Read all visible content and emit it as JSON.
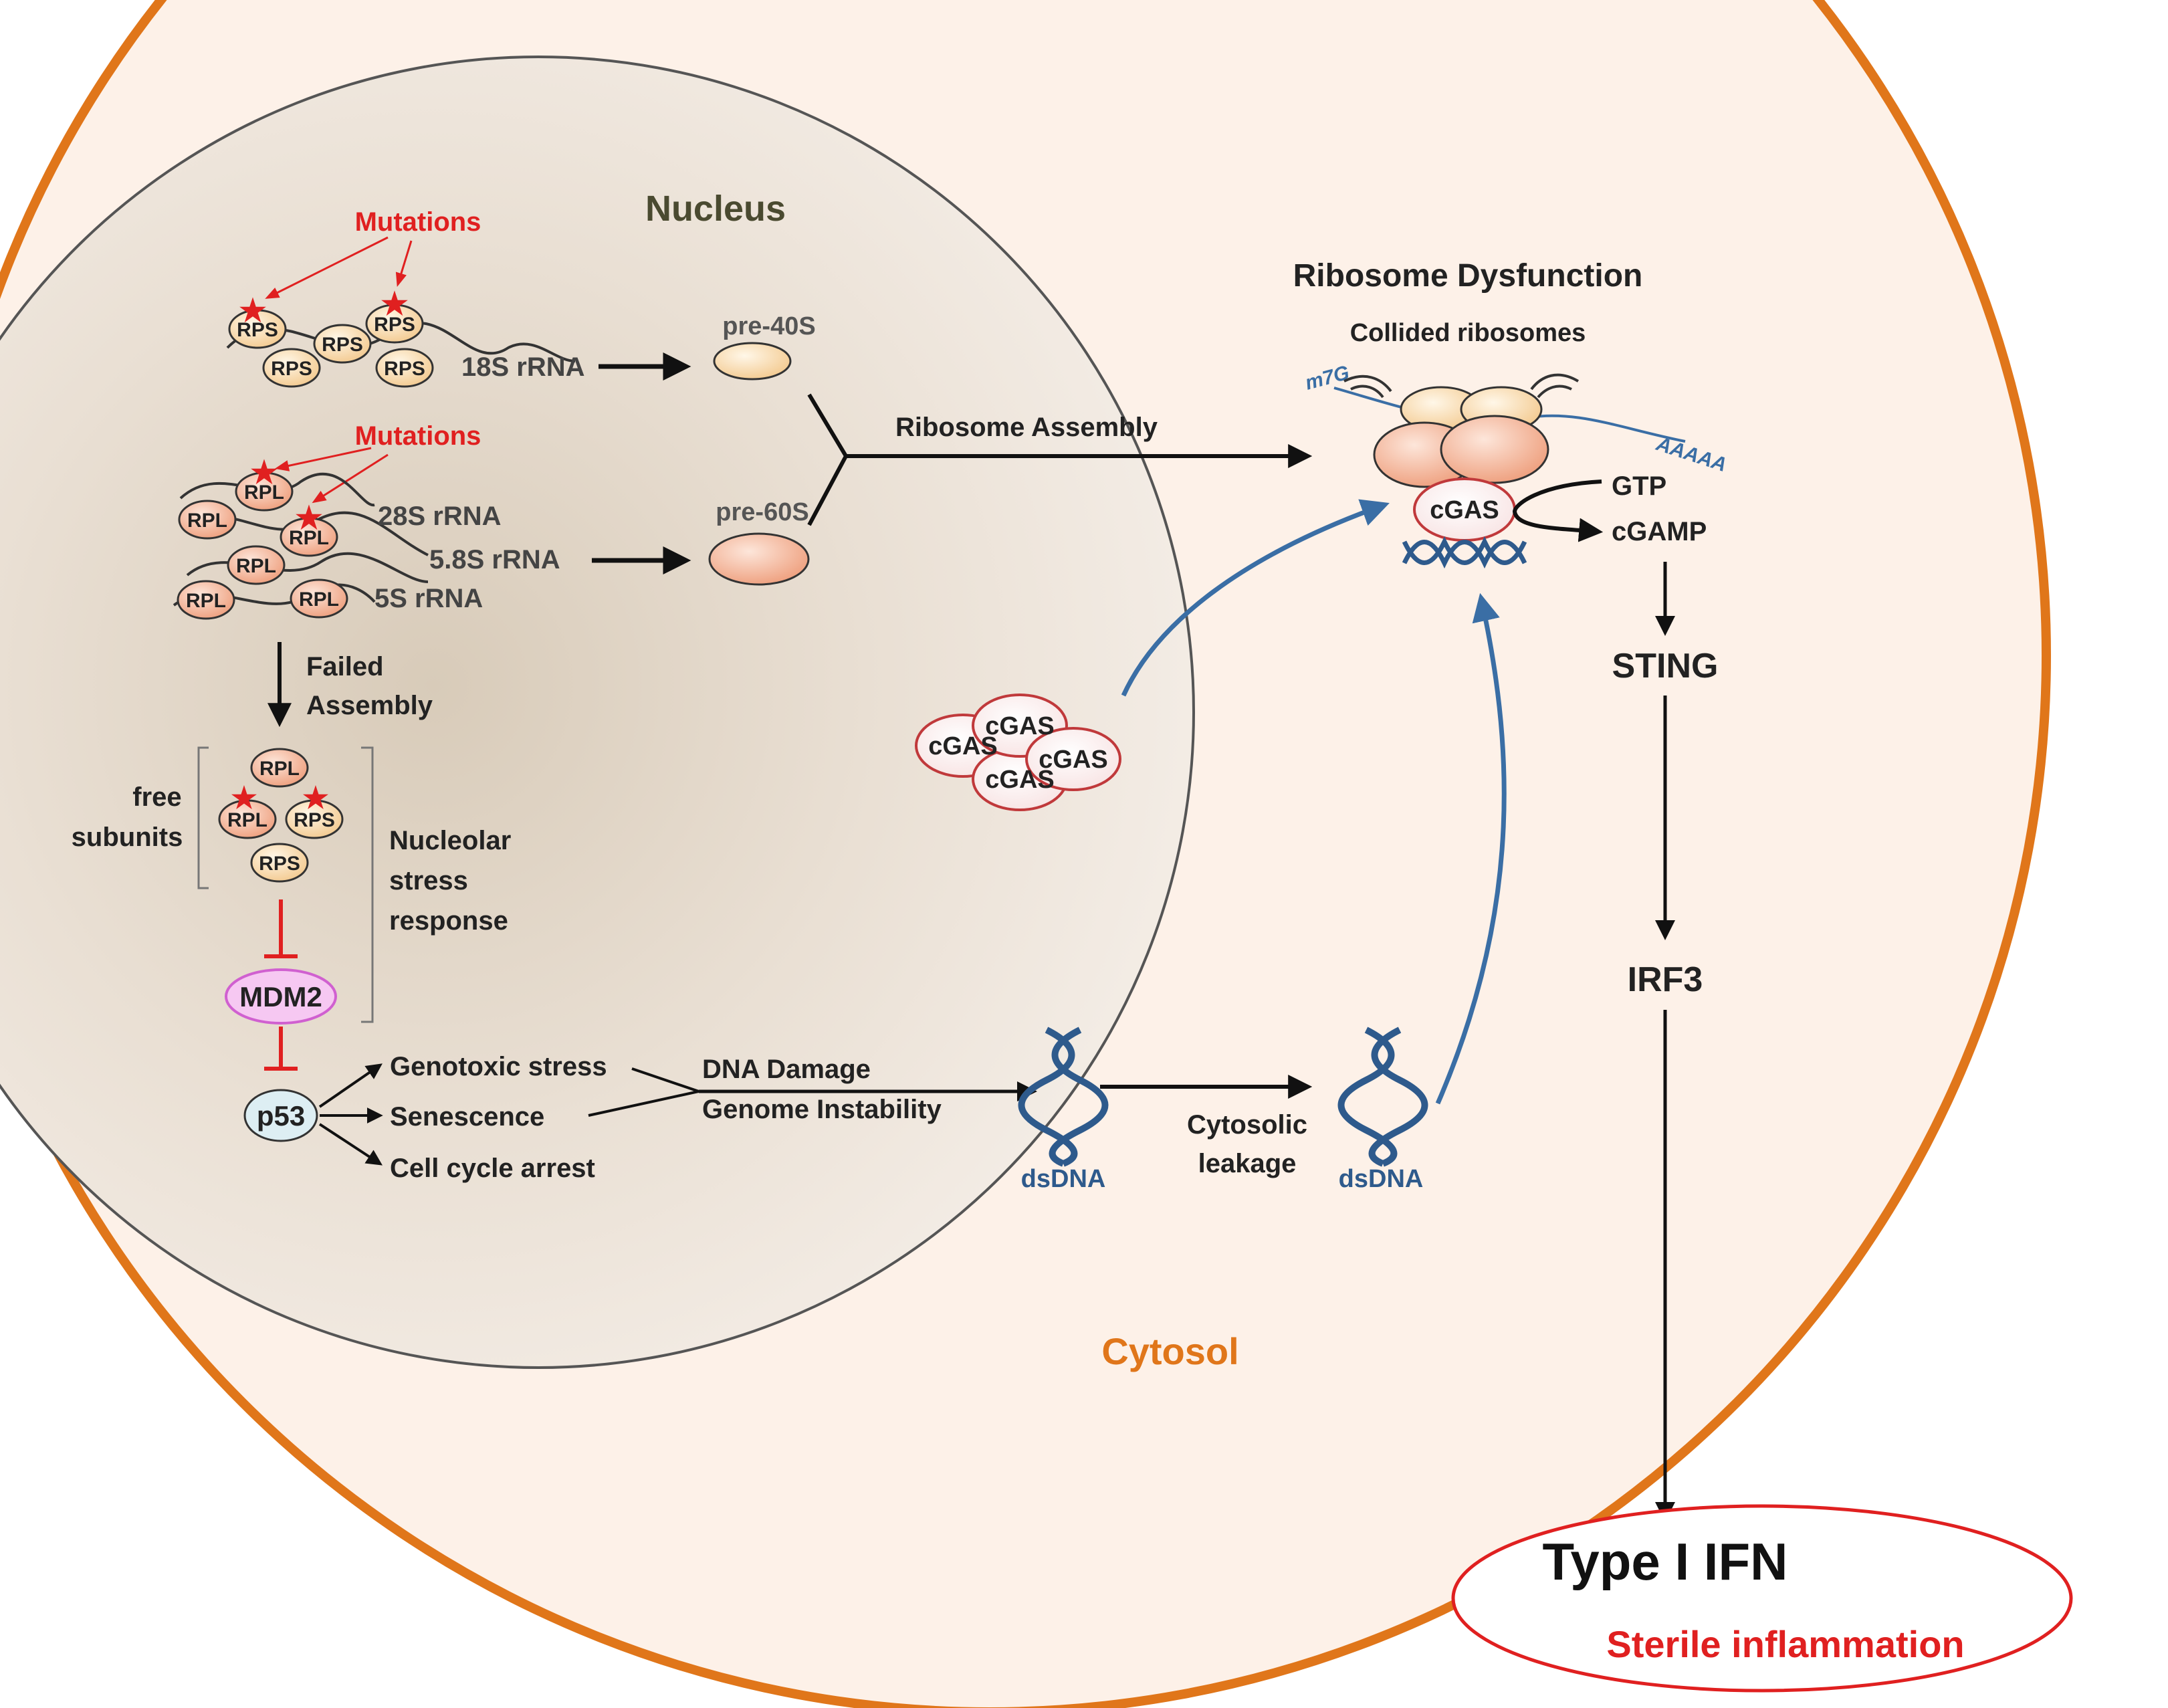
{
  "colors": {
    "cell_membrane": "#E0761A",
    "cytosol_fill": "#FDF1E8",
    "nucleus_fill": "#EFE6DC",
    "nucleus_center": "#D8CBB9",
    "mutation_red": "#E02020",
    "dna_blue": "#2E5A8C",
    "arrow_blue": "#3A6EA5",
    "cgas_border": "#C0393B",
    "mdm2_fill": "#F6C8F2",
    "mdm2_border": "#D060D0",
    "p53_fill": "#DDEEF3",
    "ifn_border": "#E02020"
  },
  "labels": {
    "nucleus": "Nucleus",
    "cytosol": "Cytosol",
    "mutations_top": "Mutations",
    "mutations_mid": "Mutations",
    "rps": "RPS",
    "rpl": "RPL",
    "rrna_18s": "18S rRNA",
    "rrna_28s": "28S rRNA",
    "rrna_58s": "5.8S rRNA",
    "rrna_5s": "5S rRNA",
    "pre40s": "pre-40S",
    "pre60s": "pre-60S",
    "ribosome_assembly": "Ribosome Assembly",
    "ribosome_dysfunction": "Ribosome Dysfunction",
    "collided_ribosomes": "Collided ribosomes",
    "m7g": "m7G",
    "polya": "AAAAA",
    "cgas": "cGAS",
    "gtp": "GTP",
    "cgamp": "cGAMP",
    "sting": "STING",
    "irf3": "IRF3",
    "type_i_ifn": "Type I IFN",
    "sterile_inflammation": "Sterile inflammation",
    "failed": "Failed",
    "assembly": "Assembly",
    "free": "free",
    "subunits": "subunits",
    "nucleolar": "Nucleolar",
    "stress": "stress",
    "response": "response",
    "mdm2": "MDM2",
    "p53": "p53",
    "genotoxic_stress": "Genotoxic stress",
    "senescence": "Senescence",
    "cell_cycle_arrest": "Cell cycle arrest",
    "dna_damage": "DNA Damage",
    "genome_instability": "Genome Instability",
    "dsdna_nucleus": "dsDNA",
    "dsdna_cytosol": "dsDNA",
    "cytosolic": "Cytosolic",
    "leakage": "leakage"
  }
}
